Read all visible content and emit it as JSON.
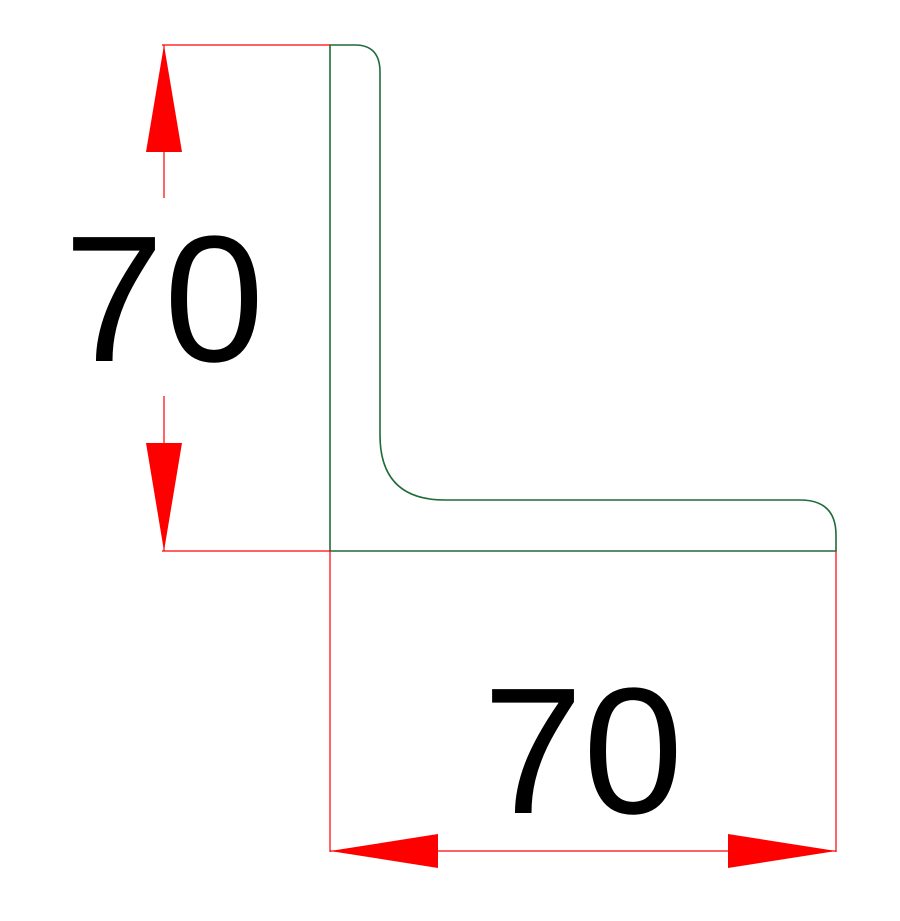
{
  "dimensions": {
    "height": {
      "label": "70",
      "value": 70
    },
    "width": {
      "label": "70",
      "value": 70
    }
  },
  "colors": {
    "profile": "#1f6b3a",
    "dimension": "#ff0000",
    "text": "#000000",
    "background": "#ffffff"
  }
}
